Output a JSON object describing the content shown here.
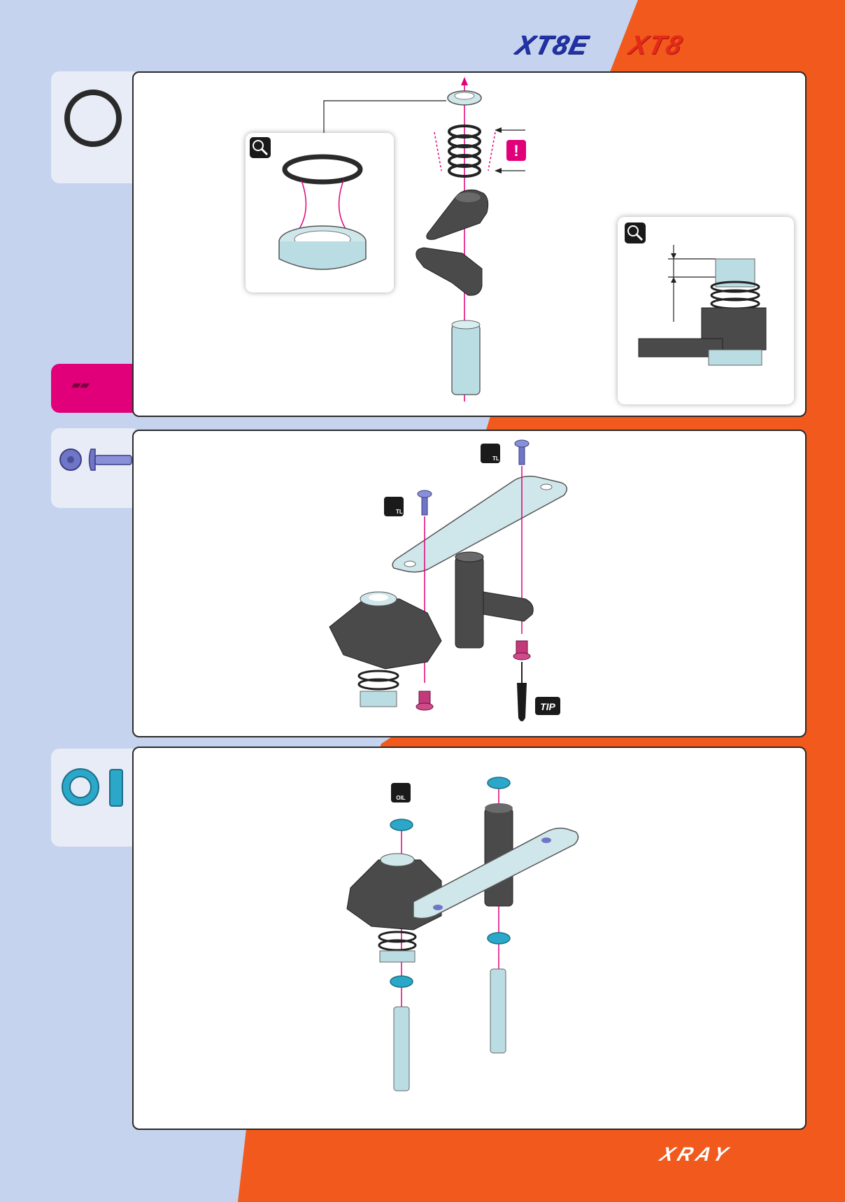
{
  "brand": {
    "model_logo_1": "XT8E",
    "model_logo_2": "XT8",
    "footer_logo": "XRAY"
  },
  "colors": {
    "page_blue": "#c5d3ee",
    "page_orange": "#f15a1c",
    "accent_pink": "#e1007a",
    "part_dark": "#4a4a4a",
    "part_light": "#b9dde3",
    "bushing_blue": "#2aa7c9",
    "screw_blue": "#6f76c8"
  },
  "steps": [
    {
      "icons": [
        "o-ring-icon"
      ],
      "callouts": [
        "magnify-icon",
        "warning-icon",
        "magnify-icon"
      ],
      "side_tab": "tool-icon"
    },
    {
      "icons": [
        "button-head-screw-icon"
      ],
      "callouts": [
        "threadlock-icon",
        "threadlock-icon"
      ],
      "tip_label": "TIP"
    },
    {
      "icons": [
        "ball-bearing-icon"
      ],
      "callouts": [
        "oil-icon"
      ]
    }
  ],
  "labels": {
    "tl": "TL",
    "oil": "OIL",
    "warning": "!"
  }
}
